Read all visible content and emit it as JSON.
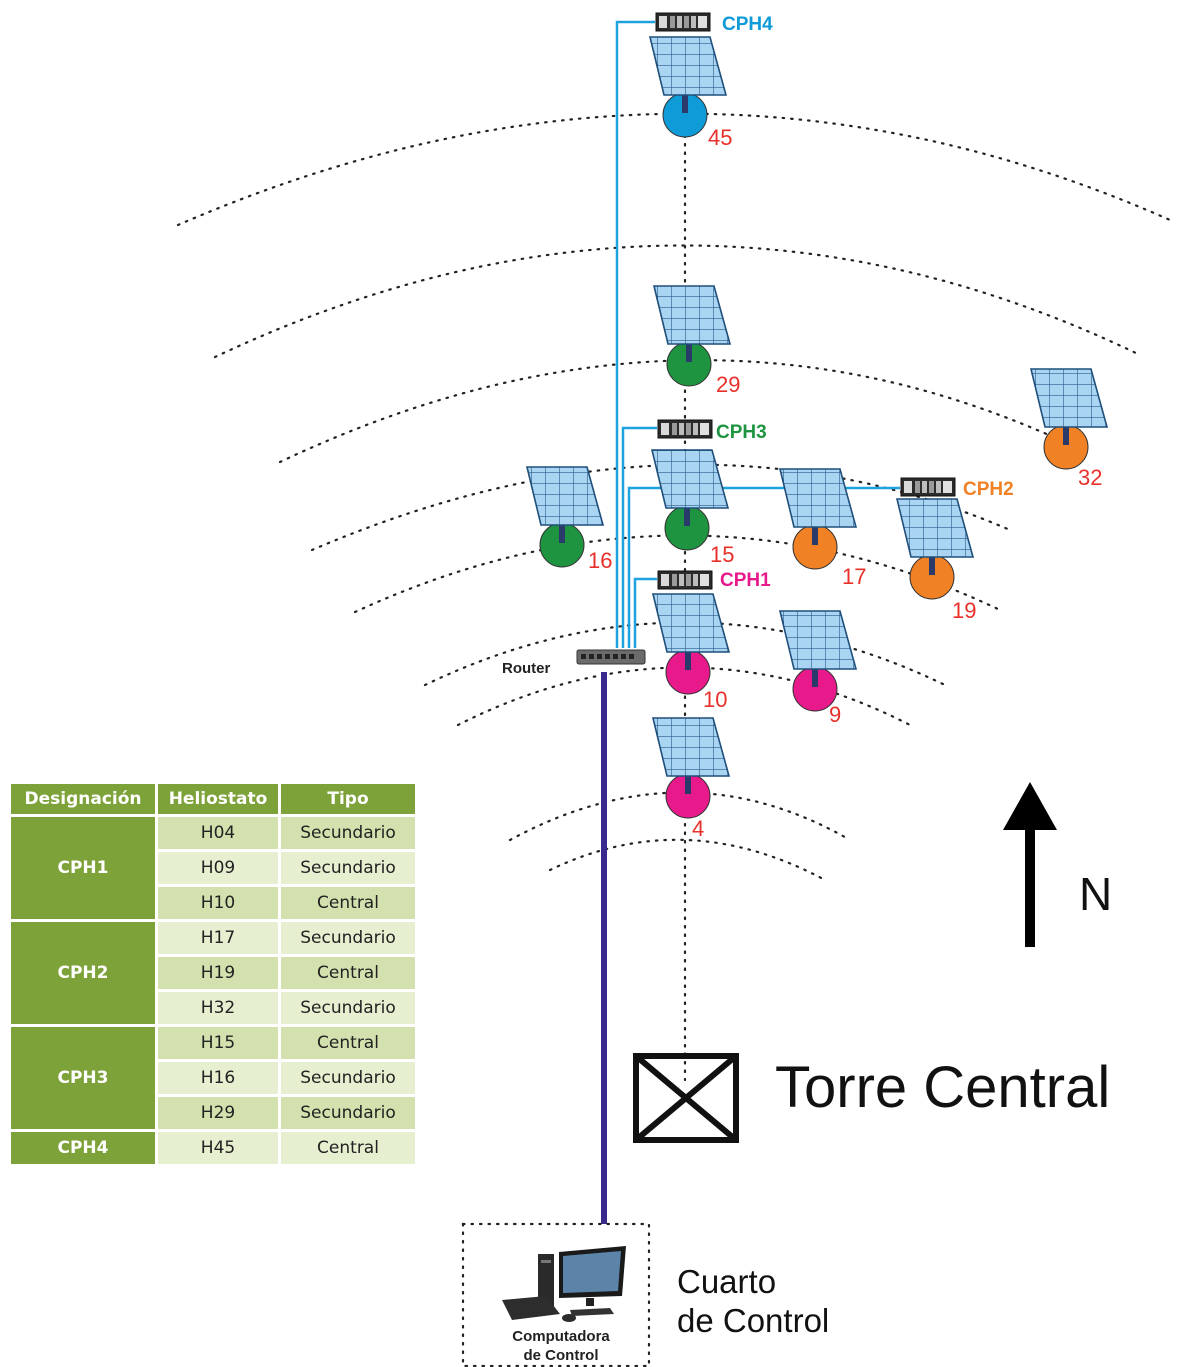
{
  "colors": {
    "cph1": "#e8198b",
    "cph2": "#f08125",
    "cph3": "#1e9440",
    "cph4": "#0f9bd7",
    "network_line": "#1ea3e0",
    "main_cable": "#3a2a8c",
    "panel_fill": "#a8d4f2",
    "table_header": "#7ea23a"
  },
  "controllers": {
    "cph4": "CPH4",
    "cph3": "CPH3",
    "cph2": "CPH2",
    "cph1": "CPH1"
  },
  "heliostats": [
    {
      "number": "45",
      "group": "cph4"
    },
    {
      "number": "29",
      "group": "cph3"
    },
    {
      "number": "32",
      "group": "cph2"
    },
    {
      "number": "16",
      "group": "cph3"
    },
    {
      "number": "15",
      "group": "cph3"
    },
    {
      "number": "17",
      "group": "cph2"
    },
    {
      "number": "19",
      "group": "cph2"
    },
    {
      "number": "10",
      "group": "cph1"
    },
    {
      "number": "9",
      "group": "cph1"
    },
    {
      "number": "4",
      "group": "cph1"
    }
  ],
  "router_label": "Router",
  "tower_label": "Torre Central",
  "north_label": "N",
  "control_room": {
    "computer_line1": "Computadora",
    "computer_line2": "de Control",
    "title_line1": "Cuarto",
    "title_line2": "de Control"
  },
  "table": {
    "headers": [
      "Designación",
      "Heliostato",
      "Tipo"
    ],
    "groups": [
      {
        "designation": "CPH1",
        "rows": [
          [
            "H04",
            "Secundario"
          ],
          [
            "H09",
            "Secundario"
          ],
          [
            "H10",
            "Central"
          ]
        ]
      },
      {
        "designation": "CPH2",
        "rows": [
          [
            "H17",
            "Secundario"
          ],
          [
            "H19",
            "Central"
          ],
          [
            "H32",
            "Secundario"
          ]
        ]
      },
      {
        "designation": "CPH3",
        "rows": [
          [
            "H15",
            "Central"
          ],
          [
            "H16",
            "Secundario"
          ],
          [
            "H29",
            "Secundario"
          ]
        ]
      },
      {
        "designation": "CPH4",
        "rows": [
          [
            "H45",
            "Central"
          ]
        ]
      }
    ]
  }
}
